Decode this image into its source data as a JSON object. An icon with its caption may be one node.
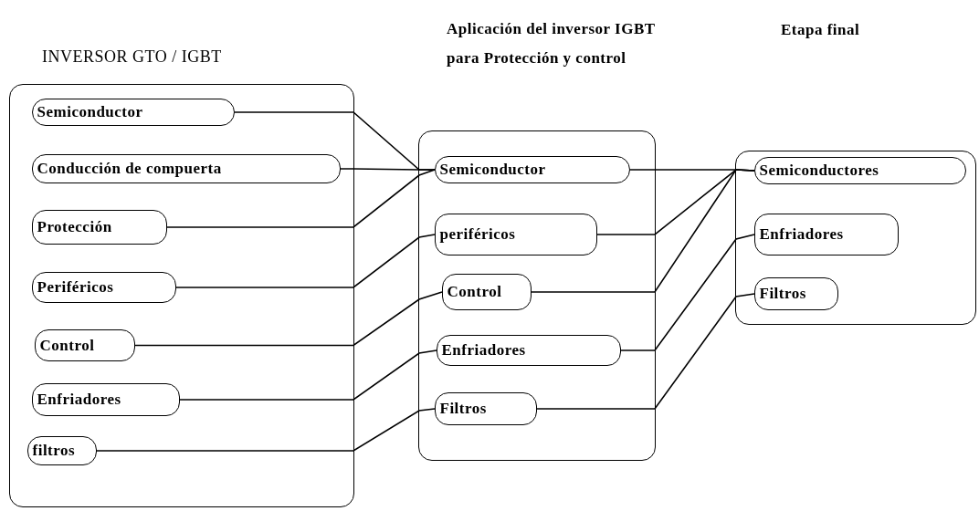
{
  "diagram": {
    "nodes": [
      {
        "text": [
          "INVERSOR GTO / IGBT"
        ]
      },
      {
        "text": [
          "Semiconductor"
        ],
        "in": 0
      },
      {
        "text": [
          "Conducción de compuerta"
        ],
        "in": 0
      },
      {
        "text": [
          "Protección"
        ],
        "in": 0
      },
      {
        "text": [
          "Periféricos"
        ],
        "in": 0
      },
      {
        "text": [
          "Control"
        ],
        "in": 0
      },
      {
        "text": [
          "Enfriadores"
        ],
        "in": 0
      },
      {
        "text": [
          "filtros"
        ],
        "in": 0
      },
      {
        "text": [
          "Aplicación del inversor IGBT para Protección y control"
        ]
      },
      {
        "text": [
          "Semiconductor"
        ],
        "in": 8
      },
      {
        "text": [
          "periféricos"
        ],
        "in": 8
      },
      {
        "text": [
          "Control"
        ],
        "in": 8
      },
      {
        "text": [
          "Enfriadores"
        ],
        "in": 8
      },
      {
        "text": [
          "Filtros"
        ],
        "in": 8
      },
      {
        "text": [],
        "shape": "box"
      },
      {
        "text": [
          "Semiconductores"
        ],
        "in": 14
      },
      {
        "text": [
          "Enfriadores"
        ],
        "in": 14
      },
      {
        "text": [
          "Filtros"
        ],
        "in": 14
      }
    ],
    "edges": [
      {
        "from": 1,
        "to": 9,
        "arrow": "none"
      },
      {
        "from": 2,
        "to": 9,
        "arrow": "none"
      },
      {
        "from": 3,
        "to": 9,
        "arrow": "none"
      },
      {
        "from": 4,
        "to": 10,
        "arrow": "none"
      },
      {
        "from": 5,
        "to": 11,
        "arrow": "none"
      },
      {
        "from": 6,
        "to": 12,
        "arrow": "none"
      },
      {
        "from": 7,
        "to": 13,
        "arrow": "none"
      },
      {
        "from": 9,
        "to": 15,
        "arrow": "none"
      },
      {
        "from": 10,
        "to": 15,
        "arrow": "none"
      },
      {
        "from": 11,
        "to": 15,
        "arrow": "none"
      },
      {
        "from": 12,
        "to": 16,
        "arrow": "none"
      },
      {
        "from": 13,
        "to": 17,
        "arrow": "none"
      }
    ],
    "labels": [
      "Etapa final"
    ]
  }
}
